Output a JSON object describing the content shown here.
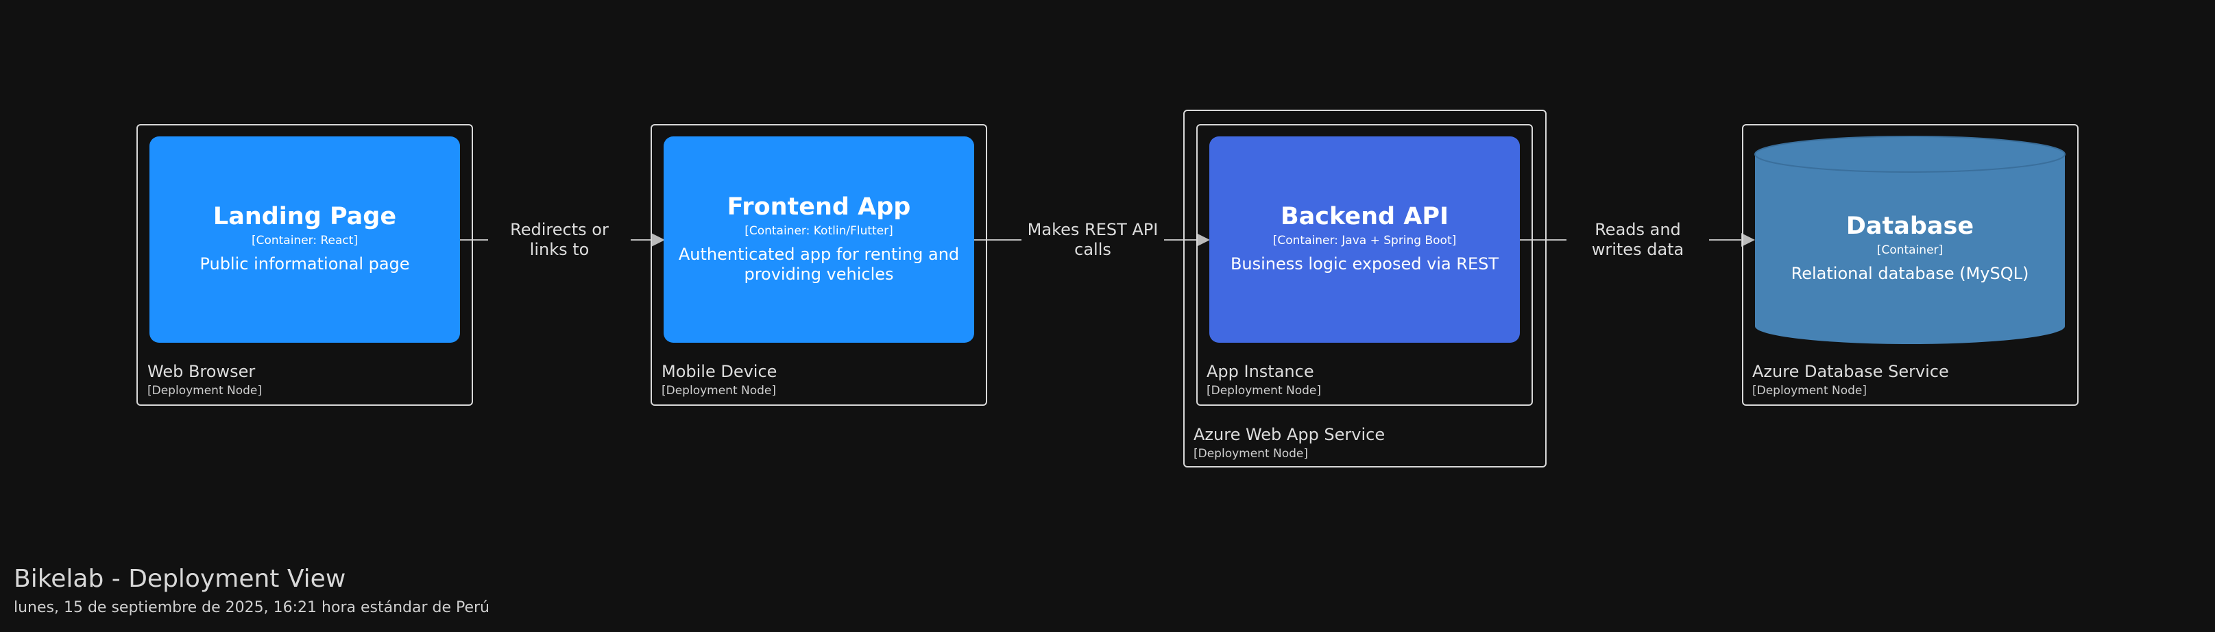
{
  "diagram": {
    "title": "Bikelab - Deployment View",
    "timestamp": "lunes, 15 de septiembre de 2025, 16:21 hora estándar de Perú"
  },
  "deployment_nodes": {
    "web_browser": {
      "name": "Web Browser",
      "type": "[Deployment Node]"
    },
    "mobile_device": {
      "name": "Mobile Device",
      "type": "[Deployment Node]"
    },
    "azure_web_app": {
      "name": "Azure Web App Service",
      "type": "[Deployment Node]"
    },
    "app_instance": {
      "name": "App Instance",
      "type": "[Deployment Node]"
    },
    "azure_db": {
      "name": "Azure Database Service",
      "type": "[Deployment Node]"
    }
  },
  "containers": {
    "landing": {
      "title": "Landing Page",
      "tech": "[Container: React]",
      "description": "Public informational page",
      "color": "#1e90ff"
    },
    "frontend": {
      "title": "Frontend App",
      "tech": "[Container: Kotlin/Flutter]",
      "description": "Authenticated app for renting and providing vehicles",
      "color": "#1e90ff"
    },
    "backend": {
      "title": "Backend API",
      "tech": "[Container: Java + Spring Boot]",
      "description": "Business logic exposed via REST",
      "color": "#4169e1"
    },
    "database": {
      "title": "Database",
      "tech": "[Container]",
      "description": "Relational database (MySQL)",
      "color": "#4682b4"
    }
  },
  "relationships": [
    {
      "label": "Redirects or links to"
    },
    {
      "label": "Makes REST API calls"
    },
    {
      "label": "Reads and writes data"
    }
  ],
  "colors": {
    "background": "#111111",
    "edge": "#bbbbbb"
  }
}
